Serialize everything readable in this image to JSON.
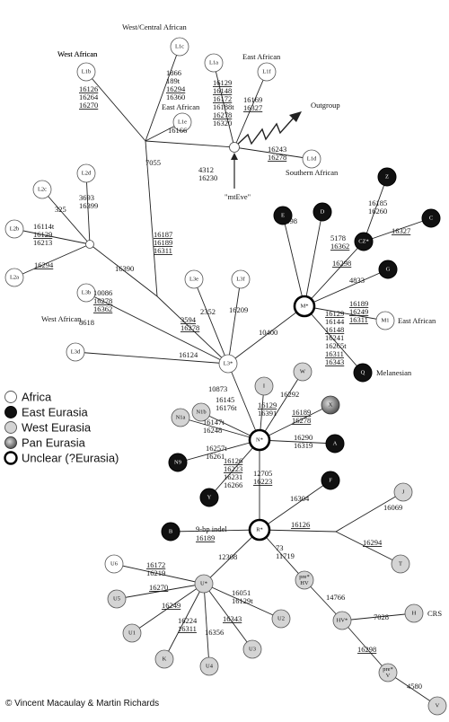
{
  "nodes": [
    {
      "id": "L1a",
      "label": "L1a",
      "type": "africa"
    },
    {
      "id": "L1b",
      "label": "L1b",
      "type": "africa"
    },
    {
      "id": "L1c",
      "label": "L1c",
      "type": "africa"
    },
    {
      "id": "L1e",
      "label": "L1e",
      "type": "africa"
    },
    {
      "id": "L1f",
      "label": "L1f",
      "type": "africa"
    },
    {
      "id": "L1d",
      "label": "L1d",
      "type": "africa"
    },
    {
      "id": "L2d",
      "label": "L2d",
      "type": "africa"
    },
    {
      "id": "L2c",
      "label": "L2c",
      "type": "africa"
    },
    {
      "id": "L2b",
      "label": "L2b",
      "type": "africa"
    },
    {
      "id": "L2a",
      "label": "L2a",
      "type": "africa"
    },
    {
      "id": "L3b",
      "label": "L3b",
      "type": "africa"
    },
    {
      "id": "L3d",
      "label": "L3d",
      "type": "africa"
    },
    {
      "id": "L3e",
      "label": "L3e",
      "type": "africa"
    },
    {
      "id": "L3f",
      "label": "L3f",
      "type": "africa"
    },
    {
      "id": "L3s",
      "label": "L3*",
      "type": "africa"
    },
    {
      "id": "M1",
      "label": "M1",
      "type": "africa"
    },
    {
      "id": "Z",
      "label": "Z",
      "type": "east"
    },
    {
      "id": "E",
      "label": "E",
      "type": "east"
    },
    {
      "id": "D",
      "label": "D",
      "type": "east"
    },
    {
      "id": "C",
      "label": "C",
      "type": "east"
    },
    {
      "id": "CZ",
      "label": "CZ*",
      "type": "east"
    },
    {
      "id": "G",
      "label": "G",
      "type": "east"
    },
    {
      "id": "Ms",
      "label": "M*",
      "type": "unclear"
    },
    {
      "id": "Q",
      "label": "Q",
      "type": "east"
    },
    {
      "id": "I",
      "label": "I",
      "type": "west"
    },
    {
      "id": "W",
      "label": "W",
      "type": "west"
    },
    {
      "id": "N1b",
      "label": "N1b",
      "type": "west"
    },
    {
      "id": "N1a",
      "label": "N1a",
      "type": "west"
    },
    {
      "id": "X",
      "label": "X",
      "type": "pan"
    },
    {
      "id": "Ns",
      "label": "N*",
      "type": "unclear"
    },
    {
      "id": "A",
      "label": "A",
      "type": "east"
    },
    {
      "id": "N9",
      "label": "N9",
      "type": "east"
    },
    {
      "id": "Y",
      "label": "Y",
      "type": "east"
    },
    {
      "id": "F",
      "label": "F",
      "type": "east"
    },
    {
      "id": "J",
      "label": "J",
      "type": "west"
    },
    {
      "id": "B",
      "label": "B",
      "type": "east"
    },
    {
      "id": "Rs",
      "label": "R*",
      "type": "unclear"
    },
    {
      "id": "T",
      "label": "T",
      "type": "west"
    },
    {
      "id": "U6",
      "label": "U6",
      "type": "africa"
    },
    {
      "id": "Us",
      "label": "U*",
      "type": "west"
    },
    {
      "id": "preHV",
      "label": "pre* HV",
      "type": "west"
    },
    {
      "id": "U5",
      "label": "U5",
      "type": "west"
    },
    {
      "id": "U1",
      "label": "U1",
      "type": "west"
    },
    {
      "id": "U2",
      "label": "U2",
      "type": "west"
    },
    {
      "id": "HVs",
      "label": "HV*",
      "type": "west"
    },
    {
      "id": "H",
      "label": "H",
      "type": "west"
    },
    {
      "id": "K",
      "label": "K",
      "type": "west"
    },
    {
      "id": "U4",
      "label": "U4",
      "type": "west"
    },
    {
      "id": "U3",
      "label": "U3",
      "type": "west"
    },
    {
      "id": "preV",
      "label": "pre* V",
      "type": "west"
    },
    {
      "id": "V",
      "label": "V",
      "type": "west"
    }
  ],
  "labels": [
    {
      "text": "West/Central African"
    },
    {
      "text": "West African"
    },
    {
      "text": "East African"
    },
    {
      "text": "East African"
    },
    {
      "text": "Outgroup"
    },
    {
      "text": "Southern African"
    },
    {
      "text": "\"mtEve\""
    },
    {
      "text": "West African"
    },
    {
      "text": "West African"
    },
    {
      "text": "East African"
    },
    {
      "text": "Melanesian"
    },
    {
      "text": "CRS"
    },
    {
      "text": "9-bp indel"
    },
    {
      "text": "1866"
    },
    {
      "text": "189t"
    },
    {
      "text": "16294"
    },
    {
      "text": "16360"
    },
    {
      "text": "16126"
    },
    {
      "text": "16264"
    },
    {
      "text": "16270"
    },
    {
      "text": "16129"
    },
    {
      "text": "16148"
    },
    {
      "text": "16172"
    },
    {
      "text": "16188t"
    },
    {
      "text": "16278"
    },
    {
      "text": "16320"
    },
    {
      "text": "16169"
    },
    {
      "text": "16327"
    },
    {
      "text": "16166"
    },
    {
      "text": "7055"
    },
    {
      "text": "4312"
    },
    {
      "text": "16230"
    },
    {
      "text": "16243"
    },
    {
      "text": "16278"
    },
    {
      "text": "3693"
    },
    {
      "text": "16399"
    },
    {
      "text": "325"
    },
    {
      "text": "16114t"
    },
    {
      "text": "16129"
    },
    {
      "text": "16213"
    },
    {
      "text": "16294"
    },
    {
      "text": "16187"
    },
    {
      "text": "16189"
    },
    {
      "text": "16311"
    },
    {
      "text": "16390"
    },
    {
      "text": "10086"
    },
    {
      "text": "16278"
    },
    {
      "text": "16362"
    },
    {
      "text": "8618"
    },
    {
      "text": "2352"
    },
    {
      "text": "16209"
    },
    {
      "text": "3594"
    },
    {
      "text": "16278"
    },
    {
      "text": "16124"
    },
    {
      "text": "10400"
    },
    {
      "text": "7598"
    },
    {
      "text": "5178"
    },
    {
      "text": "16362"
    },
    {
      "text": "16185"
    },
    {
      "text": "16260"
    },
    {
      "text": "16327"
    },
    {
      "text": "16298"
    },
    {
      "text": "4833"
    },
    {
      "text": "16189"
    },
    {
      "text": "16249"
    },
    {
      "text": "16311"
    },
    {
      "text": "16129"
    },
    {
      "text": "16144"
    },
    {
      "text": "16148"
    },
    {
      "text": "16241"
    },
    {
      "text": "16265t"
    },
    {
      "text": "16311"
    },
    {
      "text": "16343"
    },
    {
      "text": "10873"
    },
    {
      "text": "16129"
    },
    {
      "text": "16391"
    },
    {
      "text": "16292"
    },
    {
      "text": "16145"
    },
    {
      "text": "16176t"
    },
    {
      "text": "16147t"
    },
    {
      "text": "16248"
    },
    {
      "text": "16257t"
    },
    {
      "text": "16261"
    },
    {
      "text": "16126"
    },
    {
      "text": "16223"
    },
    {
      "text": "16231"
    },
    {
      "text": "16266"
    },
    {
      "text": "16189"
    },
    {
      "text": "16278"
    },
    {
      "text": "16290"
    },
    {
      "text": "16319"
    },
    {
      "text": "12705"
    },
    {
      "text": "16223"
    },
    {
      "text": "16304"
    },
    {
      "text": "16069"
    },
    {
      "text": "16126"
    },
    {
      "text": "16294"
    },
    {
      "text": "16189"
    },
    {
      "text": "12308"
    },
    {
      "text": "73"
    },
    {
      "text": "11719"
    },
    {
      "text": "16172"
    },
    {
      "text": "16219"
    },
    {
      "text": "16270"
    },
    {
      "text": "16249"
    },
    {
      "text": "16224"
    },
    {
      "text": "16311"
    },
    {
      "text": "16356"
    },
    {
      "text": "16343"
    },
    {
      "text": "16051"
    },
    {
      "text": "16129t"
    },
    {
      "text": "14766"
    },
    {
      "text": "7028"
    },
    {
      "text": "16298"
    },
    {
      "text": "4580"
    }
  ],
  "legend": [
    {
      "text": "Africa",
      "type": "africa"
    },
    {
      "text": "East Eurasia",
      "type": "east"
    },
    {
      "text": "West Eurasia",
      "type": "west"
    },
    {
      "text": "Pan Eurasia",
      "type": "pan"
    },
    {
      "text": "Unclear (?Eurasia)",
      "type": "unclear"
    }
  ],
  "copyright": "© Vincent Macaulay & Martin Richards",
  "colors": {
    "africa": "#ffffff",
    "east": "#111111",
    "west": "#d4d4d4",
    "pan": "#8a8a8a",
    "unclear": "#ffffff",
    "line": "#222222"
  }
}
